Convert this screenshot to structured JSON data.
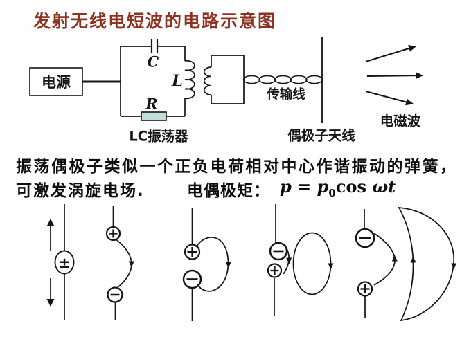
{
  "title": "发射无线电短波的电路示意图",
  "colors": {
    "title_text": "#8e3322",
    "diagram_line": "#141414",
    "resistor_fill": "#c2ded8"
  },
  "circuit": {
    "power_source_label": "电源",
    "capacitor_label": "C",
    "inductor_label": "L",
    "resistor_label": "R",
    "oscillator_label": "LC振荡器",
    "transmission_line_label": "传输线",
    "antenna_label": "偶极子天线",
    "em_wave_label": "电磁波"
  },
  "description": {
    "line1": "振荡偶极子类似一个正负电荷相对中心作谐振动的弹簧，",
    "line2": "可激发涡旋电场.",
    "dipole_moment_label": "电偶极矩：",
    "formula": {
      "lhs": "p",
      "equals": " = ",
      "p_base": "p",
      "p_sub": "0",
      "cos": "cos ",
      "omega_t": "ωt"
    }
  },
  "dipole_phases": {
    "phase1_symbol": "±",
    "plus": "+",
    "minus": "−"
  }
}
